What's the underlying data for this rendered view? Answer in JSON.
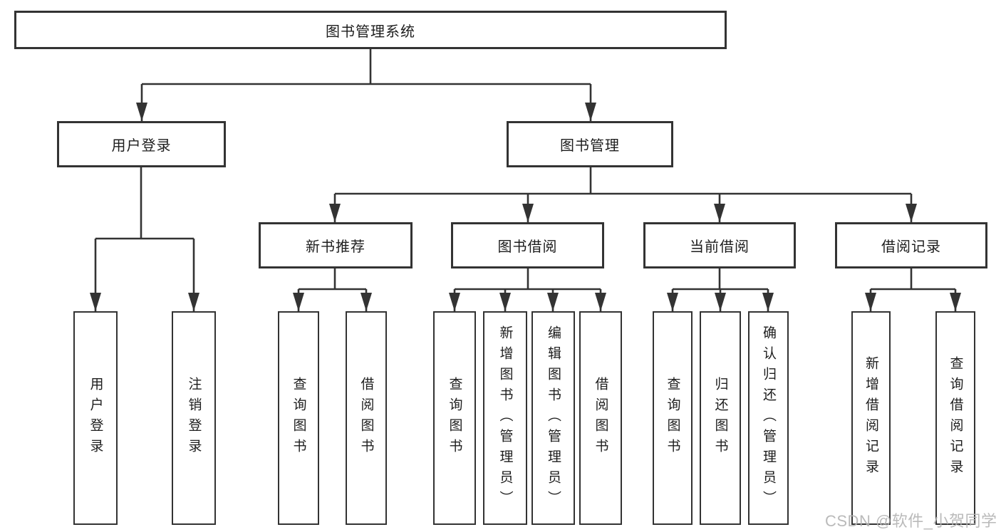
{
  "diagram": {
    "root": {
      "label": "图书管理系统",
      "children": [
        {
          "label": "用户登录",
          "children": [
            {
              "label": "用户登录"
            },
            {
              "label": "注销登录"
            }
          ]
        },
        {
          "label": "图书管理",
          "children": [
            {
              "label": "新书推荐",
              "children": [
                {
                  "label": "查询图书"
                },
                {
                  "label": "借阅图书"
                }
              ]
            },
            {
              "label": "图书借阅",
              "children": [
                {
                  "label": "查询图书"
                },
                {
                  "label": "新增图书（管理员）"
                },
                {
                  "label": "编辑图书（管理员）"
                },
                {
                  "label": "借阅图书"
                }
              ]
            },
            {
              "label": "当前借阅",
              "children": [
                {
                  "label": "查询图书"
                },
                {
                  "label": "归还图书"
                },
                {
                  "label": "确认归还（管理员）"
                }
              ]
            },
            {
              "label": "借阅记录",
              "children": [
                {
                  "label": "新增借阅记录"
                },
                {
                  "label": "查询借阅记录"
                }
              ]
            }
          ]
        }
      ]
    }
  },
  "watermark": {
    "text": "CSDN @软件_小贺同学"
  },
  "colors": {
    "line": "#333333",
    "text": "#1d1d1d",
    "box_background": "#ffffff",
    "watermark": "#b2b2b2"
  }
}
